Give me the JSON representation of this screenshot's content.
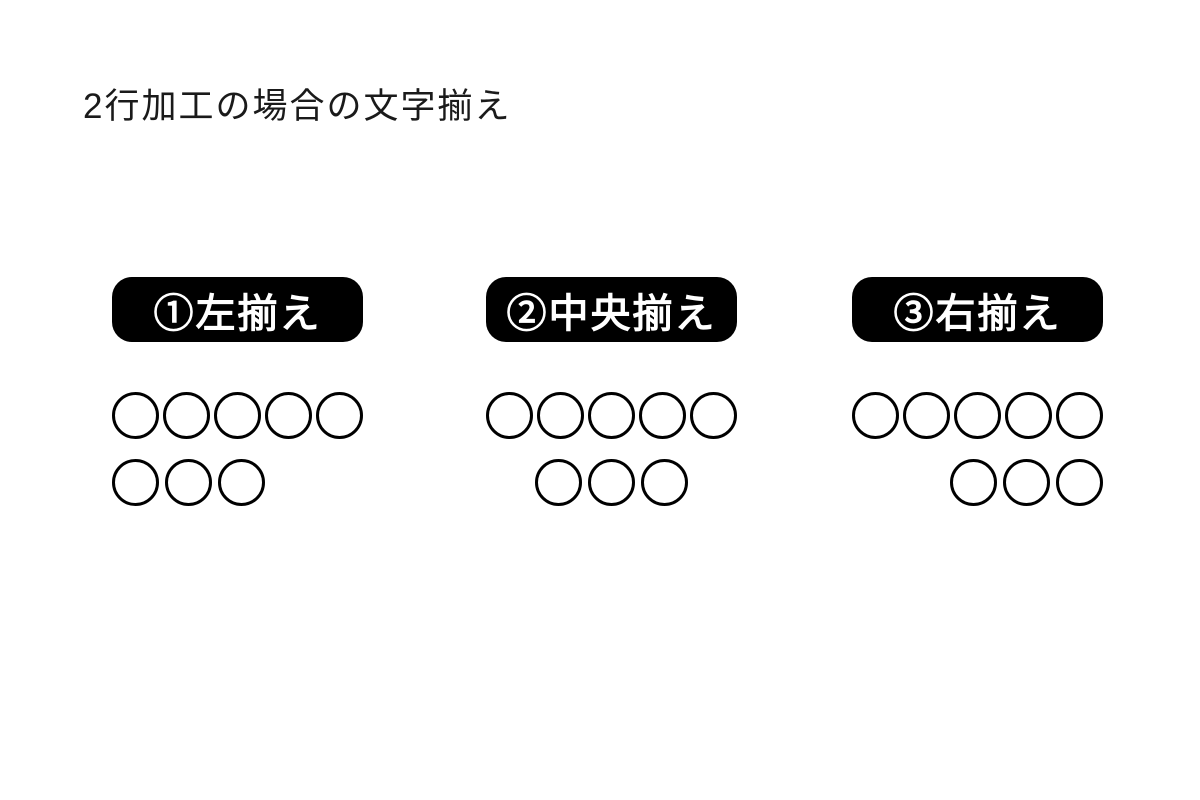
{
  "title": "2行加工の場合の文字揃え",
  "colors": {
    "background": "#ffffff",
    "title_text": "#1a1a1a",
    "badge_bg": "#000000",
    "badge_text": "#ffffff",
    "circle_stroke": "#000000"
  },
  "sections": [
    {
      "id": "left",
      "badge_label": "①左揃え",
      "alignment": "left",
      "row1_count": 5,
      "row2_count": 3
    },
    {
      "id": "center",
      "badge_label": "②中央揃え",
      "alignment": "center",
      "row1_count": 5,
      "row2_count": 3
    },
    {
      "id": "right",
      "badge_label": "③右揃え",
      "alignment": "right",
      "row1_count": 5,
      "row2_count": 3
    }
  ]
}
